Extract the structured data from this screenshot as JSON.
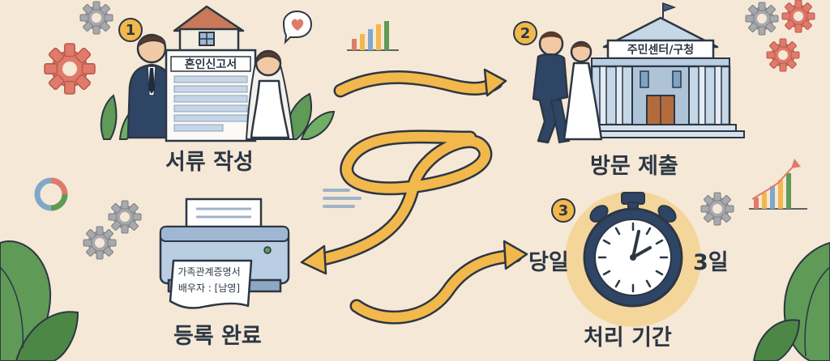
{
  "steps": {
    "one": {
      "number": "1",
      "title": "서류 작성",
      "form_label": "혼인신고서"
    },
    "two": {
      "number": "2",
      "title": "방문 제출",
      "building_sign": "주민센터/구청"
    },
    "three": {
      "number": "3",
      "title": "처리 기간",
      "left_label": "당일",
      "right_label": "3일"
    },
    "done": {
      "title": "등록 완료",
      "doc_line1": "가족관계증명서",
      "doc_line2": "배우자 : [남영]"
    }
  },
  "colors": {
    "background": "#f6e8d6",
    "arrow": "#f2b84b",
    "ink": "#2c3744",
    "suit": "#2f4566",
    "building": "#b9cde3",
    "gear_red": "#e07a6a",
    "gear_gray": "#a7a9ad",
    "leaf": "#5f9a56"
  }
}
